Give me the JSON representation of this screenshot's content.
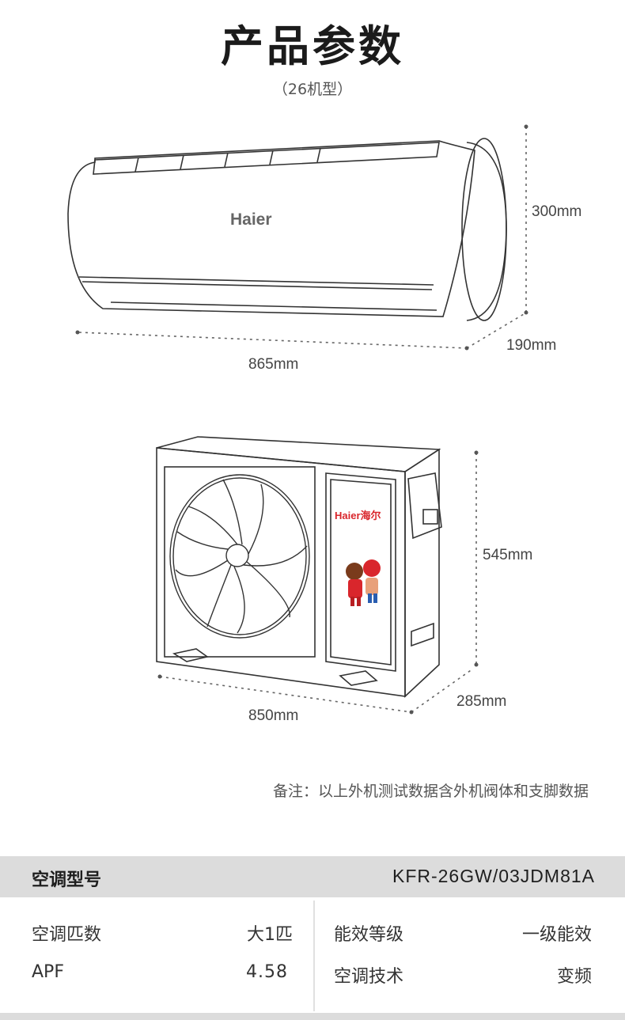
{
  "header": {
    "title": "产品参数",
    "subtitle": "（26机型）"
  },
  "indoor_unit": {
    "brand": "Haier",
    "height": "300mm",
    "depth": "190mm",
    "width": "865mm"
  },
  "outdoor_unit": {
    "brand": "Haier海尔",
    "height": "545mm",
    "depth": "285mm",
    "width": "850mm"
  },
  "note": "备注：以上外机测试数据含外机阀体和支脚数据",
  "specs": {
    "model_label": "空调型号",
    "model_value": "KFR-26GW/03JDM81A",
    "rows": [
      {
        "label": "空调匹数",
        "value": "大1匹",
        "label2": "能效等级",
        "value2": "一级能效"
      },
      {
        "label": "APF",
        "value": "4.58",
        "label2": "空调技术",
        "value2": "变频"
      }
    ]
  },
  "colors": {
    "header_bg": "#dcdcdc",
    "line": "#333333",
    "brand_red": "#d9262c"
  },
  "icons": [
    "fan-grille-icon",
    "mascot-icon"
  ]
}
